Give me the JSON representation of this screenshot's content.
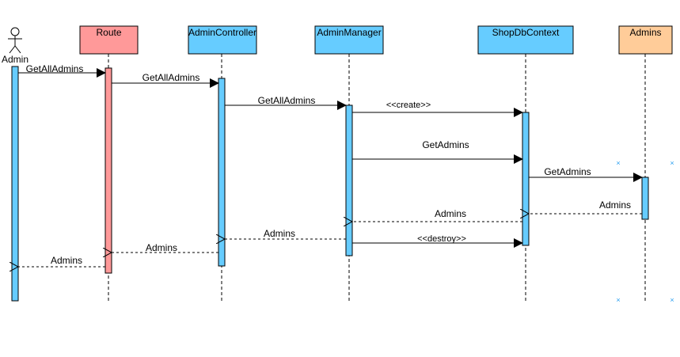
{
  "colors": {
    "route": "#FF9999",
    "blue": "#66CCFF",
    "admins": "#FFCC99",
    "activation_blue": "#66CCFF",
    "activation_red": "#FF9999",
    "line": "#000000",
    "marker": "#2A9FF0"
  },
  "actor": {
    "label": "Admin",
    "icon": "stick-figure-icon"
  },
  "participants": [
    {
      "id": "route",
      "label": "Route"
    },
    {
      "id": "admin-controller",
      "label": "AdminController"
    },
    {
      "id": "admin-manager",
      "label": "AdminManager"
    },
    {
      "id": "shop-db-context",
      "label": "ShopDbContext"
    },
    {
      "id": "admins",
      "label": "Admins"
    }
  ],
  "messages": [
    {
      "from": "admin",
      "to": "route",
      "label": "GetAllAdmins",
      "kind": "sync"
    },
    {
      "from": "route",
      "to": "admin-controller",
      "label": "GetAllAdmins",
      "kind": "sync"
    },
    {
      "from": "admin-controller",
      "to": "admin-manager",
      "label": "GetAllAdmins",
      "kind": "sync"
    },
    {
      "from": "admin-manager",
      "to": "shop-db-context",
      "label": "<<create>>",
      "kind": "sync"
    },
    {
      "from": "admin-manager",
      "to": "shop-db-context",
      "label": "GetAdmins",
      "kind": "sync"
    },
    {
      "from": "shop-db-context",
      "to": "admins",
      "label": "GetAdmins",
      "kind": "sync"
    },
    {
      "from": "admins",
      "to": "shop-db-context",
      "label": "Admins",
      "kind": "return"
    },
    {
      "from": "shop-db-context",
      "to": "admin-manager",
      "label": "Admins",
      "kind": "return"
    },
    {
      "from": "admin-manager",
      "to": "admin-controller",
      "label": "Admins",
      "kind": "return"
    },
    {
      "from": "admin-manager",
      "to": "shop-db-context",
      "label": "<<destroy>>",
      "kind": "sync"
    },
    {
      "from": "admin-controller",
      "to": "route",
      "label": "Admins",
      "kind": "return"
    },
    {
      "from": "route",
      "to": "admin",
      "label": "Admins",
      "kind": "return"
    }
  ]
}
